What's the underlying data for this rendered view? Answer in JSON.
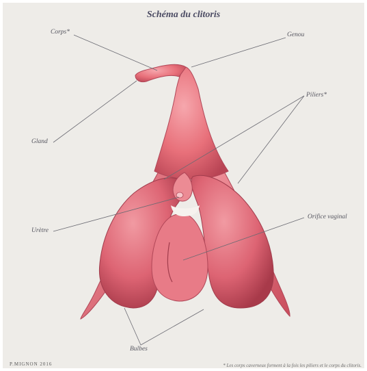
{
  "title": "Schéma du clitoris",
  "labels": {
    "corps": "Corps*",
    "genou": "Genou",
    "gland": "Gland",
    "piliers": "Piliers*",
    "uretre": "Urètre",
    "orifice_vaginal": "Orifice vaginal",
    "bulbes": "Bulbes"
  },
  "footnote": "* Les corps caverneux forment à la fois les piliers et le corps du clitoris.",
  "signature": "P.MIGNON 2016",
  "colors": {
    "background": "#eeece8",
    "tissue": "#e8707a",
    "tissue_dark": "#b84454",
    "leader_line": "#6a6a72",
    "text": "#55555f"
  }
}
